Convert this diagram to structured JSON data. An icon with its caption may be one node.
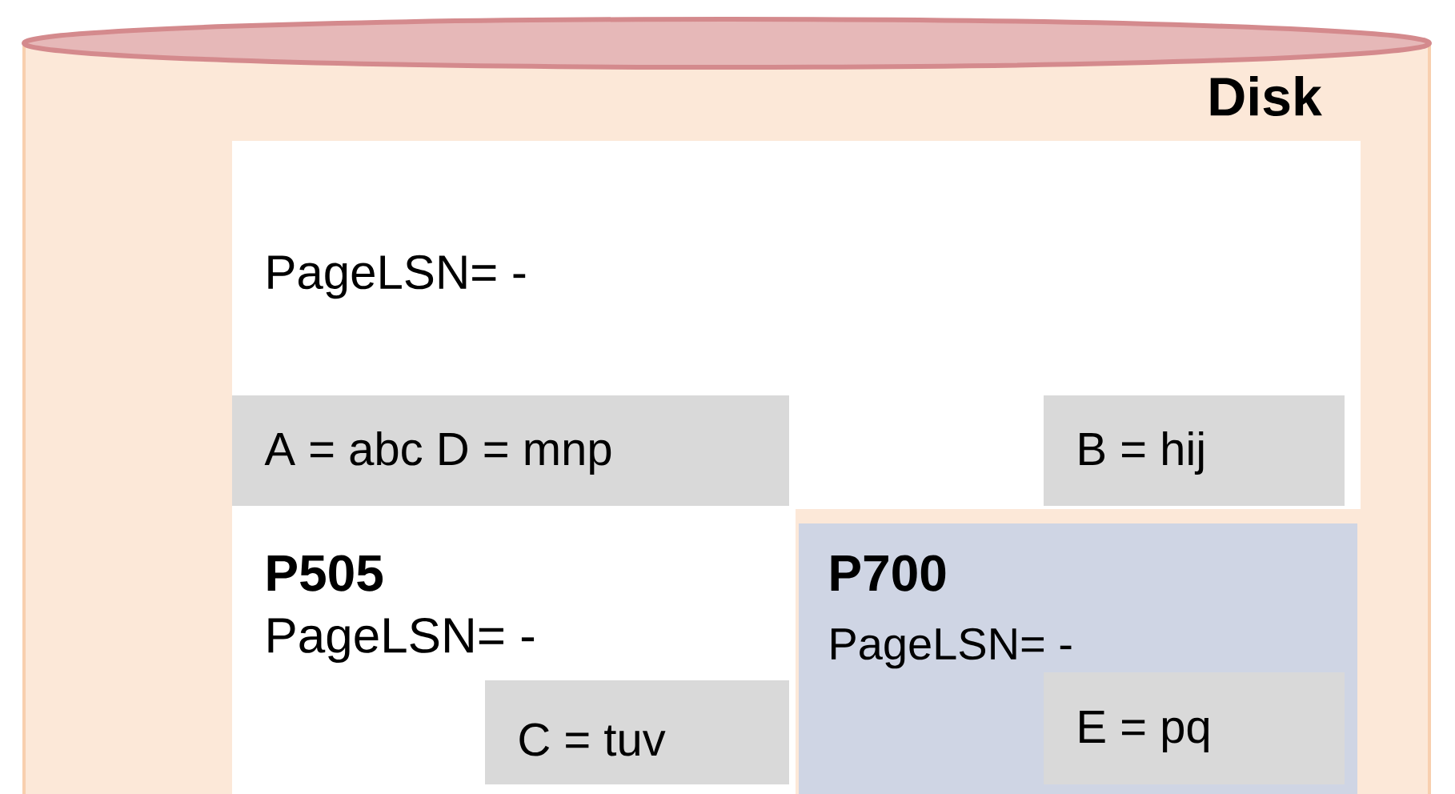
{
  "diagram": {
    "nodes": [
      {
        "text": [
          "Disk"
        ]
      },
      {
        "text": [
          "PageLSN= -"
        ],
        "in": 0
      },
      {
        "text": [
          "A = abc D = mnp"
        ],
        "in": 1
      },
      {
        "text": [
          "B = hij"
        ],
        "in": 1
      },
      {
        "text": [
          "P505",
          "PageLSN= -"
        ],
        "in": 0
      },
      {
        "text": [
          "C = tuv"
        ],
        "in": 4
      },
      {
        "text": [
          "P700",
          "PageLSN= -"
        ],
        "in": 0
      },
      {
        "text": [
          "E = pq"
        ],
        "in": 6
      }
    ]
  }
}
